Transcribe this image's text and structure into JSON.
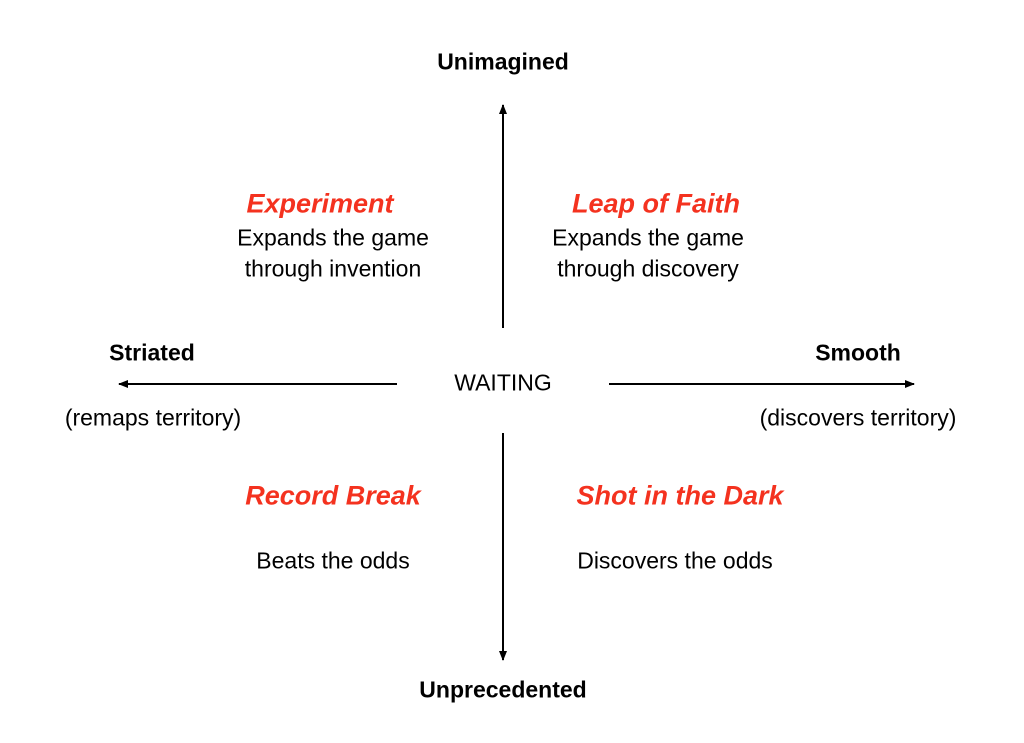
{
  "axes": {
    "top": "Unimagined",
    "bottom": "Unprecedented",
    "left": {
      "label": "Striated",
      "note": "(remaps territory)"
    },
    "right": {
      "label": "Smooth",
      "note": "(discovers territory)"
    },
    "center": "WAITING"
  },
  "quadrants": [
    {
      "title": "Experiment",
      "lines": [
        "Expands the game",
        "through invention"
      ]
    },
    {
      "title": "Leap of Faith",
      "lines": [
        "Expands the game",
        "through discovery"
      ]
    },
    {
      "title": "Record Break",
      "lines": [
        "Beats the odds"
      ]
    },
    {
      "title": "Shot in the Dark",
      "lines": [
        "Discovers the odds"
      ]
    }
  ],
  "colors": {
    "accent": "#f4321f",
    "text": "#000000"
  }
}
